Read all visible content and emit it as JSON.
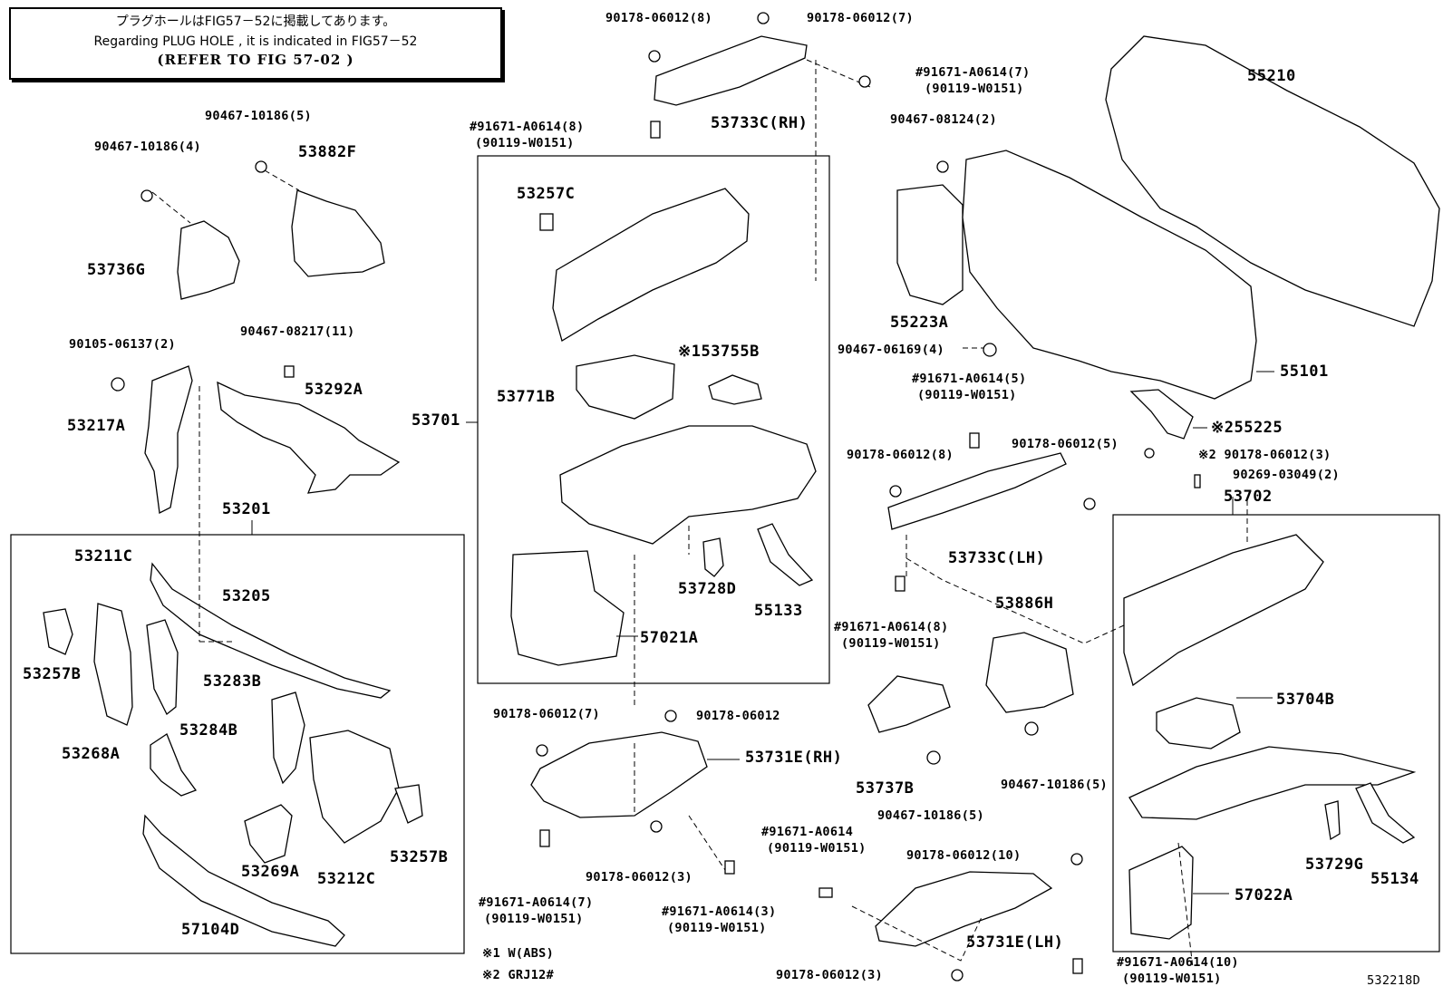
{
  "note": {
    "line1": "プラグホールはFIG57－52に掲載してあります。",
    "line2": "Regarding PLUG HOLE , it is indicated in FIG57－52",
    "line3": "(REFER TO FIG 57-02 )"
  },
  "parts": {
    "p53882F": "53882F",
    "p53736G": "53736G",
    "p53217A": "53217A",
    "p53292A": "53292A",
    "p53201": "53201",
    "p53211C": "53211C",
    "p53205": "53205",
    "p53257B_l": "53257B",
    "p53283B": "53283B",
    "p53284B": "53284B",
    "p53268A": "53268A",
    "p53269A": "53269A",
    "p53212C": "53212C",
    "p53257B_r": "53257B",
    "p57104D": "57104D",
    "p53733C_RH": "53733C(RH)",
    "p53257C": "53257C",
    "p53755B": "※153755B",
    "p53771B": "53771B",
    "p53701": "53701",
    "p53728D": "53728D",
    "p55133": "55133",
    "p57021A": "57021A",
    "p53731E_RH": "53731E(RH)",
    "p55210": "55210",
    "p55223A": "55223A",
    "p55101": "55101",
    "p55225": "※255225",
    "p53733C_LH": "53733C(LH)",
    "p53886H": "53886H",
    "p53702": "53702",
    "p53704B": "53704B",
    "p53737B": "53737B",
    "p53729G": "53729G",
    "p55134": "55134",
    "p57022A": "57022A",
    "p53731E_LH": "53731E(LH)"
  },
  "fasteners": {
    "f1": "90467-10186(5)",
    "f2": "90467-10186(4)",
    "f3": "90105-06137(2)",
    "f4": "90467-08217(11)",
    "f5": "90178-06012(8)",
    "f6": "90178-06012(7)",
    "f7a": "#91671-A0614(7)",
    "f7b": "(90119-W0151)",
    "f8a": "#91671-A0614(8)",
    "f8b": "(90119-W0151)",
    "f9": "90467-08124(2)",
    "f10": "90467-06169(4)",
    "f11a": "#91671-A0614(5)",
    "f11b": "(90119-W0151)",
    "f12": "90178-06012(8)",
    "f13": "90178-06012(5)",
    "f14": "※2 90178-06012(3)",
    "f15": "90269-03049(2)",
    "f16a": "#91671-A0614(8)",
    "f16b": "(90119-W0151)",
    "f17": "90467-10186(5)",
    "f18": "90467-10186(5)",
    "f19": "90178-06012(7)",
    "f20": "90178-06012",
    "f21": "90178-06012(3)",
    "f22a": "#91671-A0614(7)",
    "f22b": "(90119-W0151)",
    "f23a": "#91671-A0614(3)",
    "f23b": "(90119-W0151)",
    "f24a": "#91671-A0614",
    "f24b": "(90119-W0151)",
    "f25": "90178-06012(10)",
    "f26": "90178-06012(3)",
    "f27a": "#91671-A0614(10)",
    "f27b": "(90119-W0151)"
  },
  "footnotes": {
    "n1": "※1 W(ABS)",
    "n2": "※2 GRJ12#"
  },
  "figure_id": "532218D"
}
